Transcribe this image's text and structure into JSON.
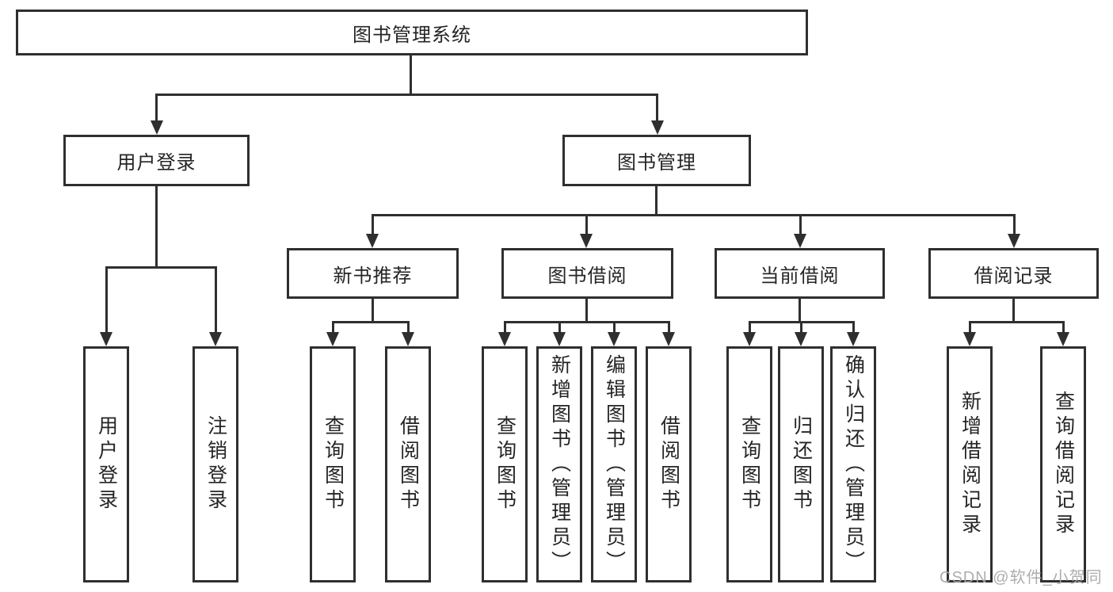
{
  "colors": {
    "line": "#2f2f2f",
    "text": "#252525",
    "background": "#ffffff",
    "watermark": "#a7a7ab"
  },
  "watermark": {
    "text": "CSDN @软件_小贺同学"
  },
  "tree": {
    "label": "图书管理系统",
    "children": [
      {
        "label": "用户登录",
        "children": [
          {
            "label": "用户登录"
          },
          {
            "label": "注销登录"
          }
        ]
      },
      {
        "label": "图书管理",
        "children": [
          {
            "label": "新书推荐",
            "children": [
              {
                "label": "查询图书"
              },
              {
                "label": "借阅图书"
              }
            ]
          },
          {
            "label": "图书借阅",
            "children": [
              {
                "label": "查询图书"
              },
              {
                "label": "新增图书（管理员）"
              },
              {
                "label": "编辑图书（管理员）"
              },
              {
                "label": "借阅图书"
              }
            ]
          },
          {
            "label": "当前借阅",
            "children": [
              {
                "label": "查询图书"
              },
              {
                "label": "归还图书"
              },
              {
                "label": "确认归还（管理员）"
              }
            ]
          },
          {
            "label": "借阅记录",
            "children": [
              {
                "label": "新增借阅记录"
              },
              {
                "label": "查询借阅记录"
              }
            ]
          }
        ]
      }
    ]
  }
}
